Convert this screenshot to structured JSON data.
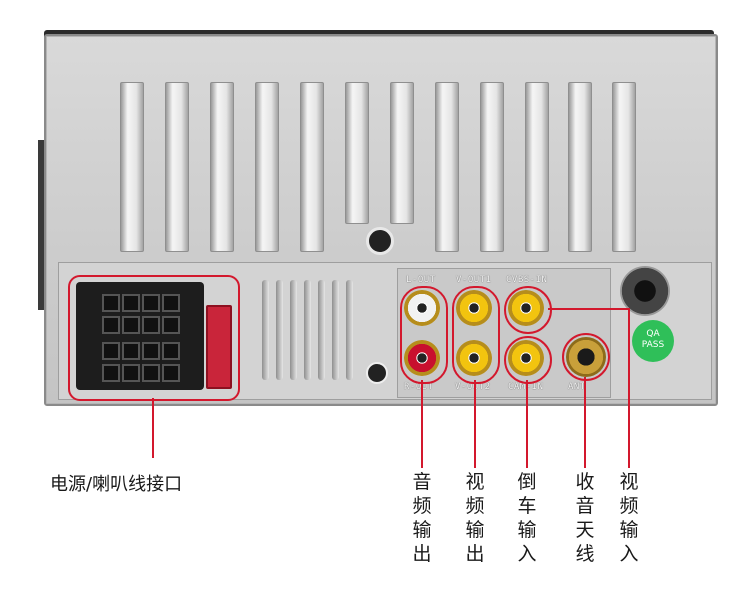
{
  "labels": {
    "power_speaker": "电源/喇叭线接口",
    "audio_out": "音频输出",
    "video_out": "视频输出",
    "reverse_in": "倒车输入",
    "antenna": "收音天线",
    "video_in": "视频输入"
  },
  "jacks": {
    "l_out": "L-OUT",
    "r_out": "R-OUT",
    "v_out1": "V-OUT1",
    "v_out2": "V-OUT2",
    "cvbs_in": "CVBS-IN",
    "cam_in": "CAM-IN",
    "ant": "ANT"
  },
  "badge": {
    "line1": "QA",
    "line2": "PASS"
  },
  "colors": {
    "highlight": "#d3182d",
    "badge": "#2fbf59",
    "jack_white": "#f2f2f2",
    "jack_red": "#c8102e",
    "jack_yellow": "#f2c40f"
  }
}
